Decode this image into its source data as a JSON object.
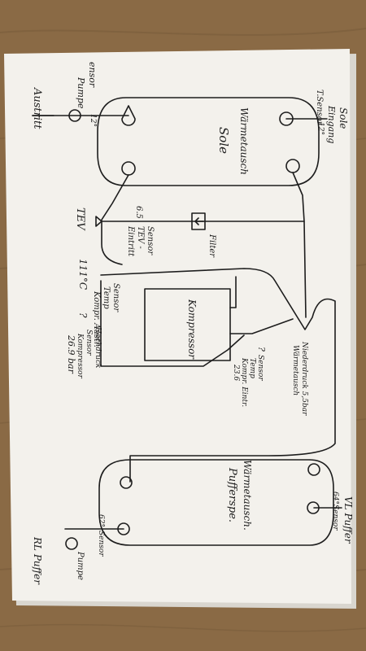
{
  "colors": {
    "table": "#8a6a45",
    "table_dark": "#6e5234",
    "paper": "#f3f1ec",
    "paper_shadow": "#d9d6cf",
    "ink": "#1d1d1d"
  },
  "labels": {
    "sole_title": "Sole",
    "sole_eingang": "Eingang",
    "t_sensor": "T.Sensor",
    "t_sensor_value": "12°",
    "sensor_left": "ensor",
    "pumpe": "Pumpe",
    "pumpe_value": "12°",
    "austritt": "Austritt",
    "hx_sole_line1": "Wärmetausch",
    "hx_sole_line2": "Sole",
    "tev": "TEV",
    "tev_value": "6.5",
    "tev_sensor_line1": "Sensor",
    "tev_sensor_line2": "TEV -",
    "tev_sensor_line3": "Eintritt",
    "filter": "Filter",
    "temp_111": "111°C",
    "sensor_comp_line1": "Sensor",
    "sensor_comp_line2": "Temp",
    "sensor_comp_line3": "Kompr. Austr.",
    "q1": "?",
    "druck_line1": "Hochdruck",
    "druck_line2": "Sensor",
    "druck_line3": "Kompressor",
    "druck_value": "26.9 bar",
    "kompressor": "Kompressor",
    "q2": "?",
    "sensor_temp_line1": "Sensor",
    "sensor_temp_line2": "Temp",
    "sensor_temp_line3": "Kompr. Eintr.",
    "sensor_temp_value": "23.6",
    "niederdruck_line1": "Niederdruck 5,5bar",
    "niederdruck_line2": "Wärmetausch",
    "vl_puffer": "VL Puffer",
    "vl_sensor": "Sensor",
    "vl_value": "64°",
    "hx_puffer_line1": "Wärmetausch.",
    "hx_puffer_line2": "Pufferspe.",
    "rl_value": "62°",
    "rl_sensor": "Sensor",
    "rl_pumpe": "Pumpe",
    "rl_puffer": "RL Puffer"
  }
}
